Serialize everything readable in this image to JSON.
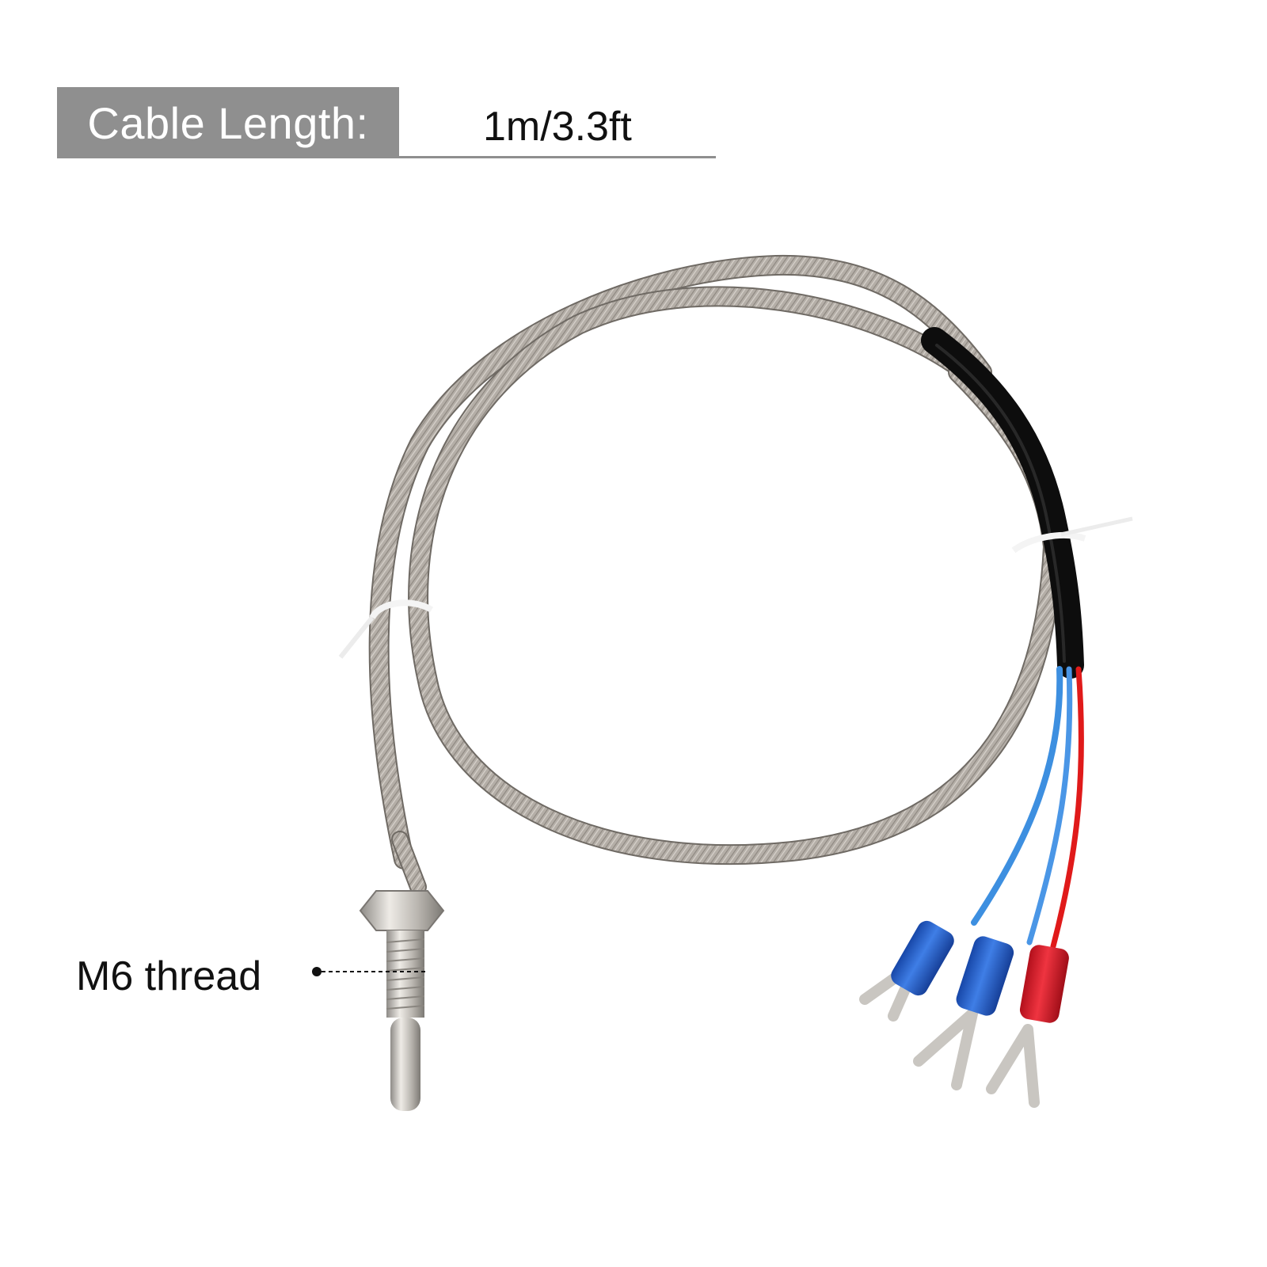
{
  "spec": {
    "label": "Cable Length:",
    "value": "1m/3.3ft"
  },
  "callout": {
    "label": "M6 thread"
  },
  "colors": {
    "label_box": "#8f8f8f",
    "braid": "#b3ada6",
    "sleeve": "#151515",
    "wire_blue": "#3d8fe0",
    "wire_red": "#e01a1a",
    "terminal_blue": "#1f58c4",
    "terminal_red": "#d81c28",
    "metal": "#c9c6c1"
  }
}
